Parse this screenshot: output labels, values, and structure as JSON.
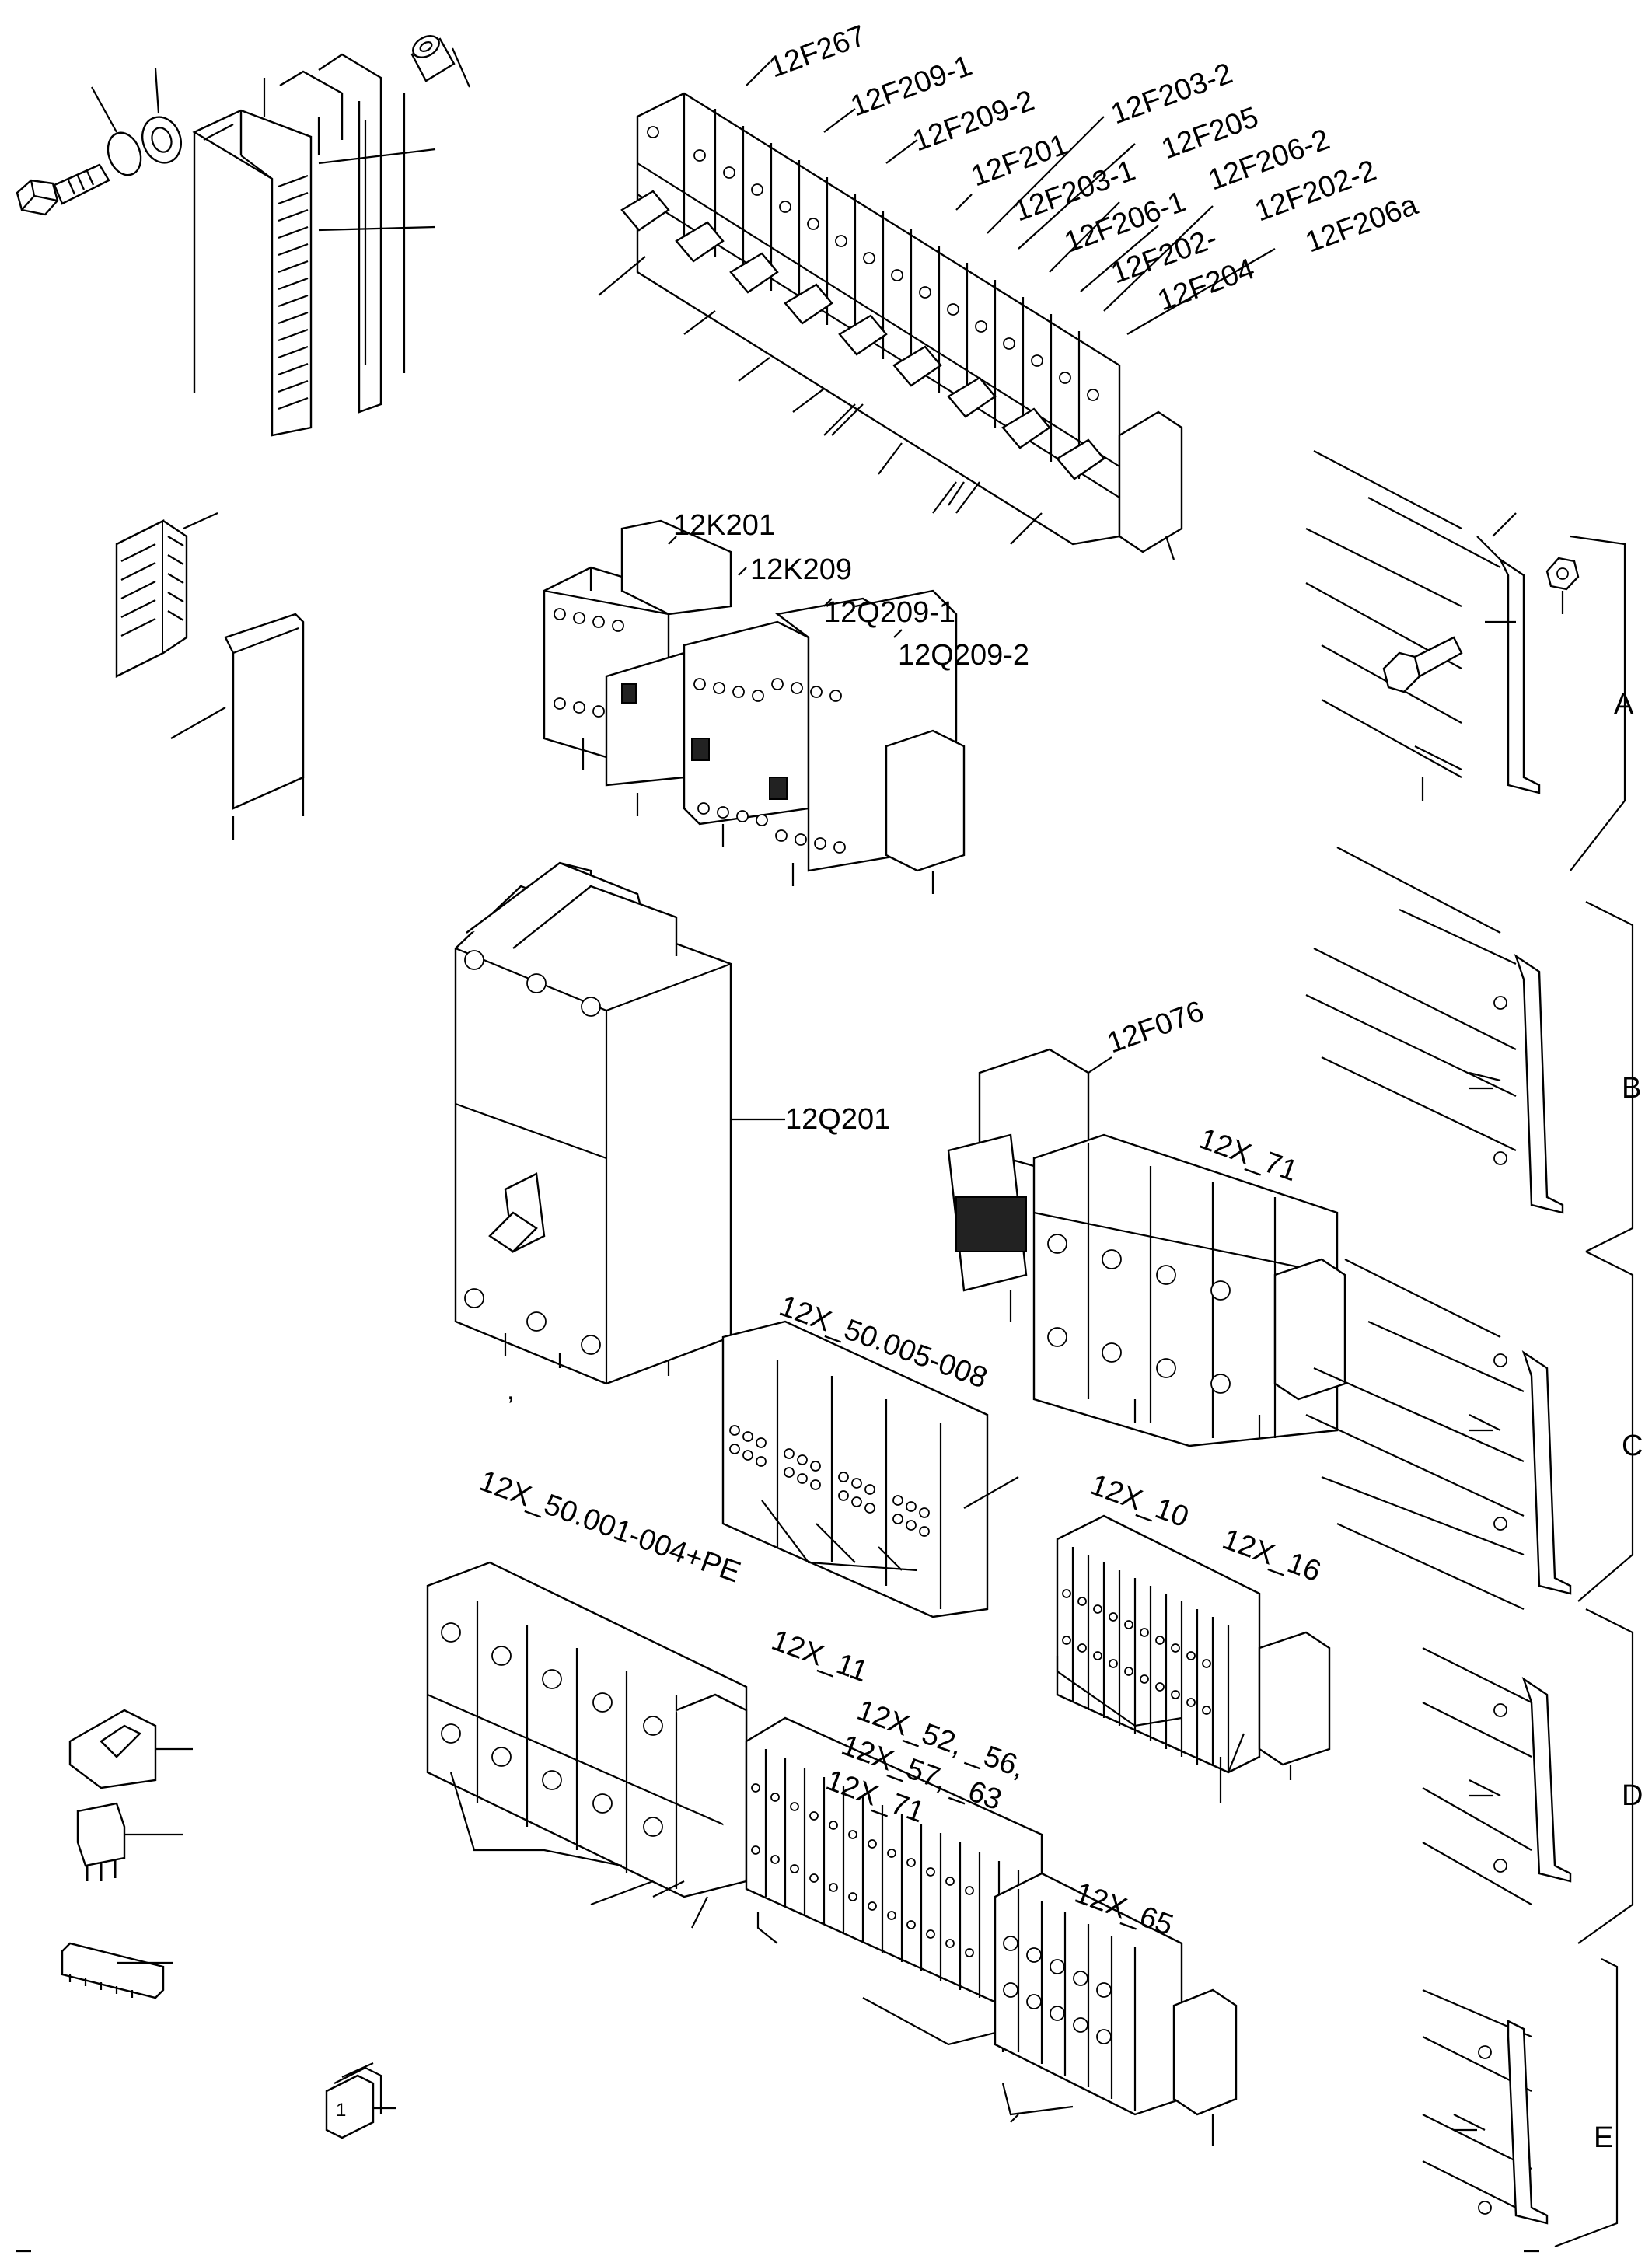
{
  "labels": {
    "f267": "12F267",
    "f209_1": "12F209-1",
    "f209_2": "12F209-2",
    "f201": "12F201",
    "f203_1": "12F203-1",
    "f203_2": "12F203-2",
    "f205": "12F205",
    "f206_1": "12F206-1",
    "f206_2": "12F206-2",
    "f202_1": "12F202-",
    "f202_2": "12F202-2",
    "f204": "12F204",
    "f206a": "12F206a",
    "k201": "12K201",
    "k209": "12K209",
    "q209_1": "12Q209-1",
    "q209_2": "12Q209-2",
    "q201": "12Q201",
    "f076": "12F076",
    "x71_top": "12X_71",
    "x50_005": "12X_50.005-008",
    "x50_001": "12X_50.001-004+PE",
    "x11": "12X_11",
    "x10": "12X_10",
    "x16": "12X_16",
    "x52": "12X_52, _56,",
    "x57": "12X_57, _63",
    "x71_bot": "12X_71",
    "x65": "12X_65",
    "comma": ","
  },
  "rails": {
    "a": "A",
    "b": "B",
    "c": "C",
    "d": "D",
    "e": "E"
  },
  "marker_number": "1"
}
